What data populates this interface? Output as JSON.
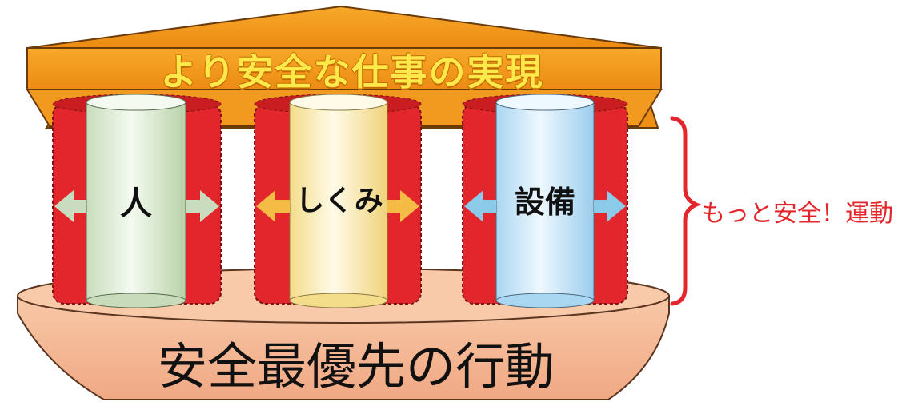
{
  "roof": {
    "title": "より安全な仕事の実現",
    "color": "#f29a1f"
  },
  "pillars": [
    {
      "label": "人",
      "fill": "#e6f2dd",
      "arrow": "#c9dcc0"
    },
    {
      "label": "しくみ",
      "fill": "#fdf1c3",
      "arrow": "#f5bc45"
    },
    {
      "label": "設備",
      "fill": "#d6ecf8",
      "arrow": "#8ccaea"
    }
  ],
  "base": {
    "text": "安全最優先の行動",
    "color": "#f5b895"
  },
  "side_note": {
    "text": "もっと安全！運動",
    "color": "#e3262b"
  },
  "frame_color": "#e3262b"
}
